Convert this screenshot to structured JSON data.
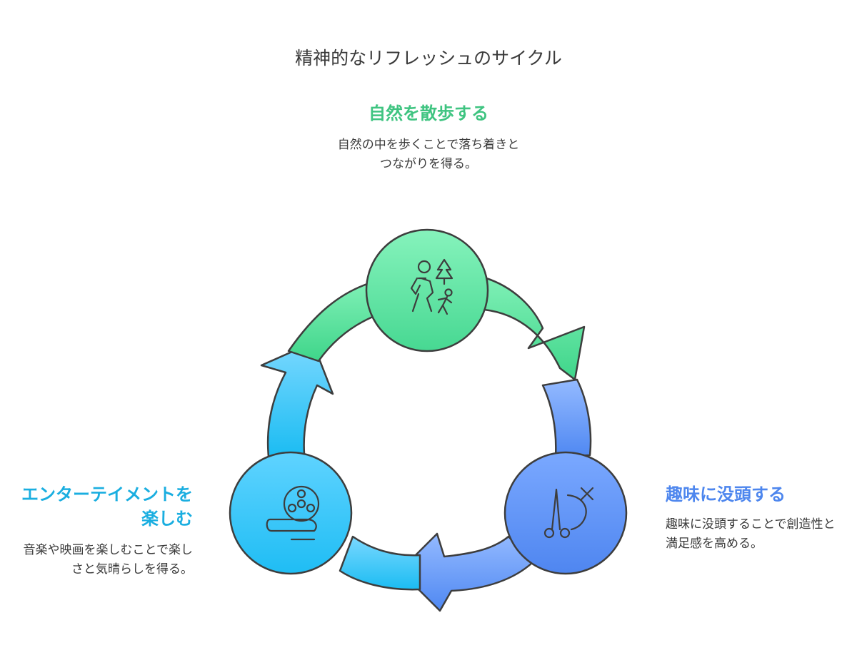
{
  "title": "精神的なリフレッシュのサイクル",
  "colors": {
    "nature": "#3fc481",
    "hobby": "#4d86ee",
    "entertainment": "#1aaee0",
    "stroke": "#3d3d3d"
  },
  "nodes": [
    {
      "id": "nature",
      "title": "自然を散歩する",
      "description": "自然の中を歩くことで落ち着きとつながりを得る。",
      "icon": "hiking-family-icon"
    },
    {
      "id": "hobby",
      "title": "趣味に没頭する",
      "description": "趣味に没頭することで創造性と満足感を高める。",
      "icon": "scissors-craft-icon"
    },
    {
      "id": "entertainment",
      "title": "エンターテイメントを楽しむ",
      "description": "音楽や映画を楽しむことで楽しさと気晴らしを得る。",
      "icon": "film-reel-icon"
    }
  ]
}
